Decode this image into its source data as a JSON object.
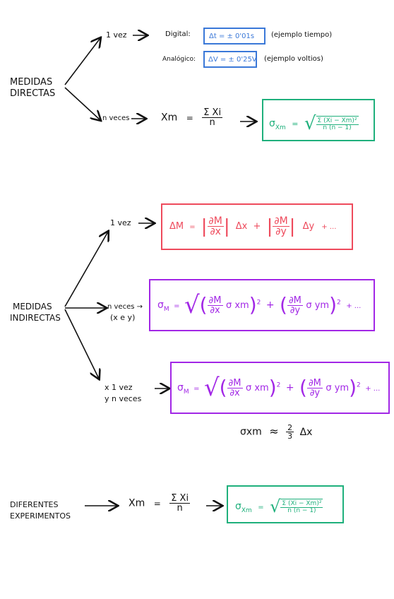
{
  "directas": {
    "label_1": "MEDIDAS",
    "label_2": "DIRECTAS",
    "una_vez": "1 vez",
    "digital_label": "Digital:",
    "digital_value": "Δt = ± 0'01s",
    "digital_note": "(ejemplo tiempo)",
    "analog_label": "Analógico:",
    "analog_value": "ΔV = ± 0'25V",
    "analog_note": "(ejemplo voltios)",
    "n_veces": "n veces",
    "xm": "Xm",
    "eq": "=",
    "sum_xi": "Σ Xi",
    "n": "n",
    "sigma": "σ",
    "sigma_sub": "Xm",
    "sigma_num": "Σ (Xi − Xm)²",
    "sigma_den": "n (n − 1)"
  },
  "indirectas": {
    "label_1": "MEDIDAS",
    "label_2": "INDIRECTAS",
    "una_vez": "1 vez",
    "red_formula": {
      "delta_m": "ΔM",
      "eq": "=",
      "dM": "∂M",
      "dx": "∂x",
      "dy": "∂y",
      "delta_x": "Δx",
      "plus": "+",
      "delta_y": "Δy",
      "ellipsis": "+ ..."
    },
    "n_veces": "n veces →",
    "n_veces_sub": "(x e y)",
    "x_una_vez": "x 1 vez",
    "y_n_veces": "y n veces",
    "purple_formula": {
      "sigma_m": "σ",
      "sub_m": "M",
      "eq": "=",
      "dM": "∂M",
      "dx": "∂x",
      "dy": "∂y",
      "sigma_xm": "σ xm",
      "sigma_ym": "σ ym",
      "sq": "2",
      "plus": "+",
      "ellipsis": "+ ..."
    },
    "approx_lhs": "σxm",
    "approx_sym": "≈",
    "approx_num": "2",
    "approx_den": "3",
    "approx_rhs": "Δx"
  },
  "diferentes": {
    "label_1": "DIFERENTES",
    "label_2": "EXPERIMENTOS",
    "xm": "Xm",
    "eq": "=",
    "sum_xi": "Σ Xi",
    "n": "n",
    "sigma": "σ",
    "sigma_sub": "Xm",
    "sigma_num": "Σ (Xi − Xm)²",
    "sigma_den": "n (n − 1)"
  },
  "colors": {
    "blue": "#3a78d8",
    "green": "#1fb07c",
    "red": "#ee4a5c",
    "purple": "#a227e6"
  }
}
